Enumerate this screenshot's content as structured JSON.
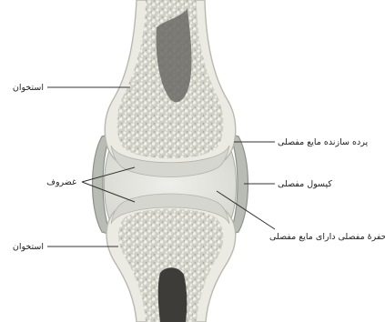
{
  "labels": {
    "bone_upper": "استخوان",
    "cartilage": "غضروف",
    "bone_lower": "استخوان",
    "synovial_membrane": "پرده سازنده مایع مفصلی",
    "joint_capsule": "کپسول مفصلی",
    "joint_cavity": "حفرهٔ مفصلی دارای مایع مفصلی"
  },
  "colors": {
    "bone_shaft": "#ebebe4",
    "bone_outline": "#b8b8ae",
    "spongy_bone": "#cfcfc6",
    "spongy_dots": "#a7a79e",
    "marrow": "#6b6a65",
    "cartilage": "#d5d6cf",
    "capsule": "#b9bcb5",
    "capsule_stroke": "#8d918a",
    "cavity": "#e3e4de",
    "leader": "#333333"
  }
}
